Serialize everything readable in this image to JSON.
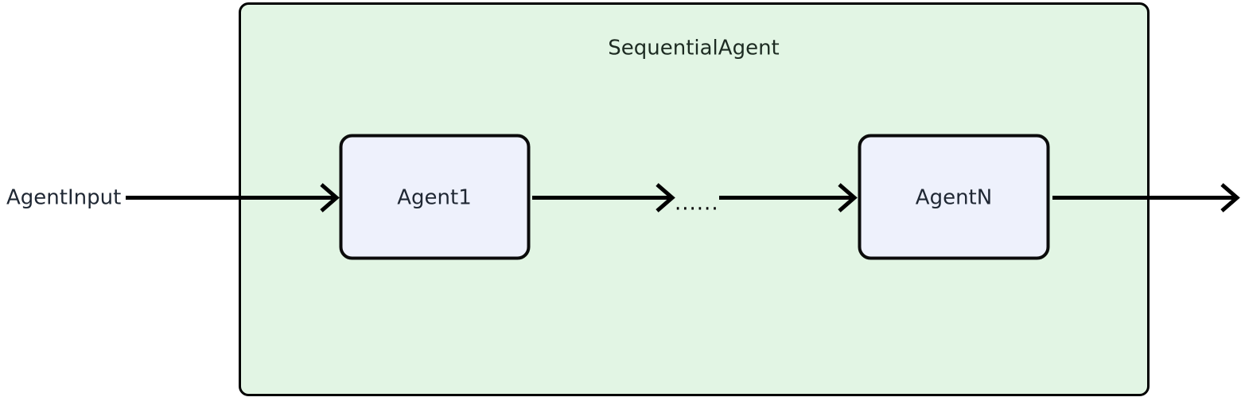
{
  "diagram": {
    "title": "SequentialAgent",
    "type": "flow-diagram",
    "background_color": "#ffffff",
    "group": {
      "label": "SequentialAgent",
      "fill_color": "#e2f5e4",
      "border_color": "#000000"
    },
    "external_input": {
      "label": "AgentInput"
    },
    "nodes": [
      {
        "id": "agent1",
        "label": "Agent1",
        "fill_color": "#eef1fc",
        "border_color": "#0b0b0b"
      },
      {
        "id": "agentN",
        "label": "AgentN",
        "fill_color": "#eef1fc",
        "border_color": "#0b0b0b"
      }
    ],
    "ellipsis": "......",
    "edges": [
      {
        "from": "AgentInput",
        "to": "Agent1",
        "label": ""
      },
      {
        "from": "Agent1",
        "to": "ellipsis",
        "label": ""
      },
      {
        "from": "ellipsis",
        "to": "AgentN",
        "label": ""
      },
      {
        "from": "AgentN",
        "to": "output",
        "label": ""
      }
    ],
    "colors": {
      "line": "#000000",
      "text": "#1f2733",
      "group_fill": "#e2f5e4",
      "node_fill": "#eef1fc"
    }
  }
}
